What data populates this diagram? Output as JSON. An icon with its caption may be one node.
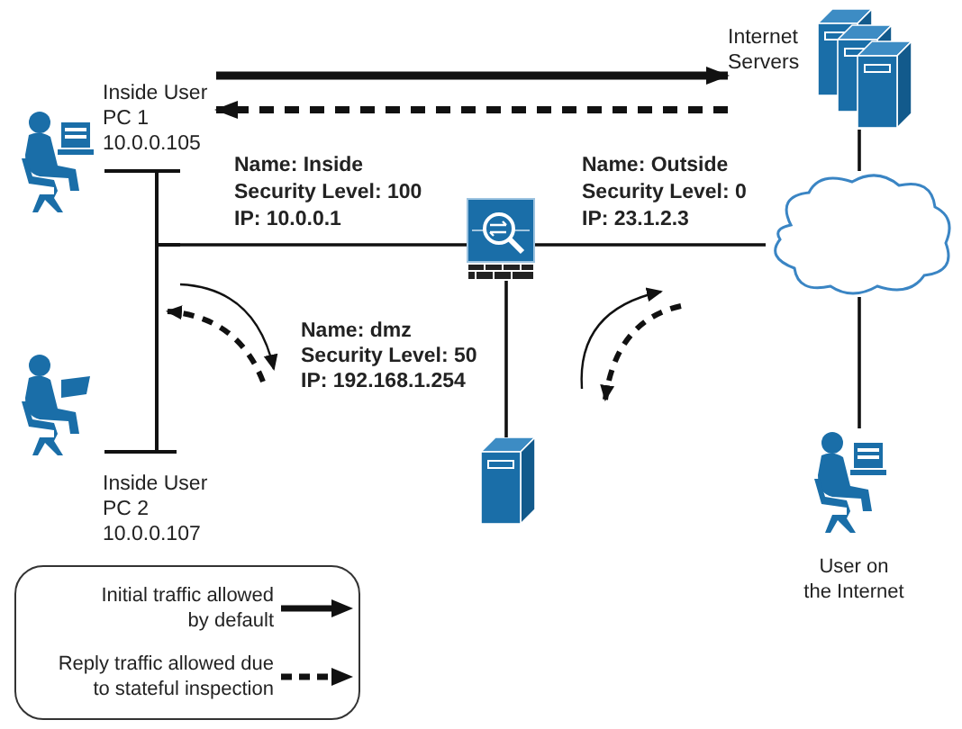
{
  "diagram": {
    "nodes": [
      {
        "text": [
          "Inside User PC 1 10.0.0.105"
        ]
      },
      {
        "text": [
          "Inside User PC 2 10.0.0.107"
        ]
      },
      {
        "text": [],
        "shape": "bar"
      },
      {
        "text": [],
        "shape": "picture"
      },
      {
        "text": [],
        "shape": "cloud"
      },
      {
        "text": [
          "Internet Servers"
        ]
      },
      {
        "text": [],
        "shape": "picture"
      },
      {
        "text": [
          "User on the Internet"
        ]
      }
    ],
    "edges": [
      {
        "from": 2,
        "to": 3,
        "arrow": "none"
      },
      {
        "from": 3,
        "to": 4,
        "arrow": "none"
      },
      {
        "from": 3,
        "to": 6,
        "arrow": "none"
      },
      {
        "from": 4,
        "to": 5,
        "arrow": "none"
      },
      {
        "from": 4,
        "to": 7,
        "arrow": "none"
      },
      {
        "from": 0,
        "to": 5,
        "arrow": "to",
        "style": "thick"
      },
      {
        "from": 5,
        "to": 0,
        "arrow": "to",
        "style": "dashed"
      }
    ],
    "labels": [
      "Name: Inside",
      "Security Level: 100",
      "IP: 10.0.0.1",
      "Name: Outside",
      "Security Level: 0",
      "IP: 23.1.2.3",
      "Name: dmz",
      "Security Level: 50",
      "IP: 192.168.1.254"
    ],
    "legend": [
      {
        "text": "Initial traffic allowed by default"
      },
      {
        "text": "Reply traffic allowed due to stateful inspection"
      }
    ]
  }
}
